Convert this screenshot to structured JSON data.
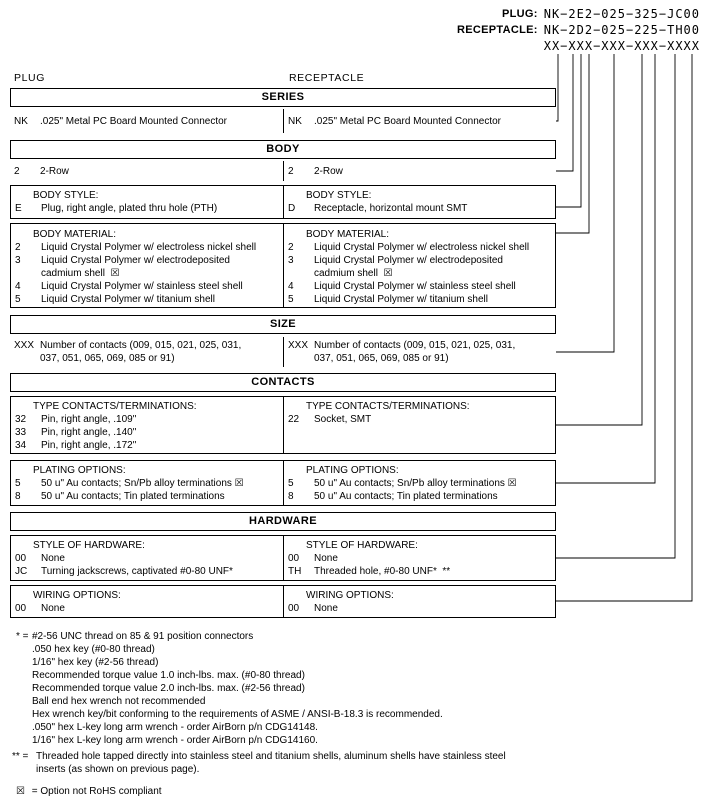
{
  "header": {
    "plug_label": "PLUG:",
    "plug_value": "NK−2E2−025−325−JC00",
    "receptacle_label": "RECEPTACLE:",
    "receptacle_value": "NK−2D2−025−225−TH00",
    "mask": "XX−XXX−XXX−XXX−XXXX"
  },
  "columns": {
    "left": "PLUG",
    "right": "RECEPTACLE"
  },
  "series": {
    "title": "SERIES",
    "plug": {
      "code": "NK",
      "desc": ".025\" Metal PC Board Mounted Connector"
    },
    "receptacle": {
      "code": "NK",
      "desc": ".025\" Metal PC Board Mounted Connector"
    }
  },
  "body": {
    "title": "BODY",
    "row": {
      "plug": {
        "code": "2",
        "desc": "2-Row"
      },
      "receptacle": {
        "code": "2",
        "desc": "2-Row"
      }
    },
    "style": {
      "label": "BODY STYLE:",
      "plug": {
        "code": "E",
        "desc": "Plug, right angle, plated thru hole (PTH)"
      },
      "receptacle": {
        "code": "D",
        "desc": "Receptacle, horizontal mount SMT"
      }
    },
    "material": {
      "label": "BODY MATERIAL:",
      "plug": [
        {
          "code": "2",
          "desc": "Liquid Crystal Polymer w/ electroless nickel shell"
        },
        {
          "code": "3",
          "desc": "Liquid Crystal Polymer w/ electrodeposited\ncadmium shell  ☒"
        },
        {
          "code": "4",
          "desc": "Liquid Crystal Polymer w/ stainless steel shell"
        },
        {
          "code": "5",
          "desc": "Liquid Crystal Polymer w/ titanium shell"
        }
      ],
      "receptacle": [
        {
          "code": "2",
          "desc": "Liquid Crystal Polymer w/ electroless nickel shell"
        },
        {
          "code": "3",
          "desc": "Liquid Crystal Polymer w/ electrodeposited\ncadmium shell  ☒"
        },
        {
          "code": "4",
          "desc": "Liquid Crystal Polymer w/ stainless steel shell"
        },
        {
          "code": "5",
          "desc": "Liquid Crystal Polymer w/ titanium shell"
        }
      ]
    }
  },
  "size": {
    "title": "SIZE",
    "plug": {
      "code": "XXX",
      "desc": "Number of contacts (009, 015, 021, 025, 031,\n037, 051, 065, 069, 085 or 91)"
    },
    "receptacle": {
      "code": "XXX",
      "desc": "Number of contacts (009, 015, 021, 025, 031,\n037, 051, 065, 069, 085 or 91)"
    }
  },
  "contacts": {
    "title": "CONTACTS",
    "type": {
      "label": "TYPE CONTACTS/TERMINATIONS:",
      "plug": [
        {
          "code": "32",
          "desc": "Pin, right angle, .109\""
        },
        {
          "code": "33",
          "desc": "Pin, right angle, .140\""
        },
        {
          "code": "34",
          "desc": "Pin, right angle, .172\""
        }
      ],
      "receptacle": [
        {
          "code": "22",
          "desc": "Socket, SMT"
        }
      ]
    },
    "plating": {
      "label": "PLATING OPTIONS:",
      "plug": [
        {
          "code": "5",
          "desc": "50 u\" Au contacts; Sn/Pb alloy terminations ☒"
        },
        {
          "code": "8",
          "desc": "50 u\" Au contacts; Tin plated terminations"
        }
      ],
      "receptacle": [
        {
          "code": "5",
          "desc": "50 u\" Au contacts; Sn/Pb alloy terminations ☒"
        },
        {
          "code": "8",
          "desc": "50 u\" Au contacts; Tin plated terminations"
        }
      ]
    }
  },
  "hardware": {
    "title": "HARDWARE",
    "style": {
      "label": "STYLE OF HARDWARE:",
      "plug": [
        {
          "code": "00",
          "desc": "None"
        },
        {
          "code": "JC",
          "desc": "Turning jackscrews, captivated #0-80 UNF*"
        }
      ],
      "receptacle": [
        {
          "code": "00",
          "desc": "None"
        },
        {
          "code": "TH",
          "desc": "Threaded hole, #0-80 UNF*  **"
        }
      ]
    },
    "wiring": {
      "label": "WIRING OPTIONS:",
      "plug": [
        {
          "code": "00",
          "desc": "None"
        }
      ],
      "receptacle": [
        {
          "code": "00",
          "desc": "None"
        }
      ]
    }
  },
  "footnotes": {
    "star_prefix": "* =",
    "star_intro": "#2-56 UNC thread on 85 & 91 position connectors",
    "star_lines": [
      ".050 hex key (#0-80 thread)",
      "1/16\" hex key (#2-56 thread)",
      "Recommended torque value 1.0 inch-lbs. max. (#0-80 thread)",
      "Recommended torque value 2.0 inch-lbs. max. (#2-56 thread)",
      "Ball end hex wrench not recommended",
      "Hex wrench key/bit conforming to the requirements of ASME / ANSI-B-18.3 is recommended.",
      ".050\" hex L-key long arm wrench - order AirBorn p/n CDG14148.",
      "1/16\" hex L-key long arm wrench - order AirBorn p/n CDG14160."
    ],
    "dstar_prefix": "** =",
    "dstar_text": "Threaded hole tapped directly into stainless steel and titanium shells, aluminum shells have stainless steel\ninserts (as shown on previous page).",
    "rohs_symbol": "☒",
    "rohs_text": "= Option not RoHS compliant"
  }
}
